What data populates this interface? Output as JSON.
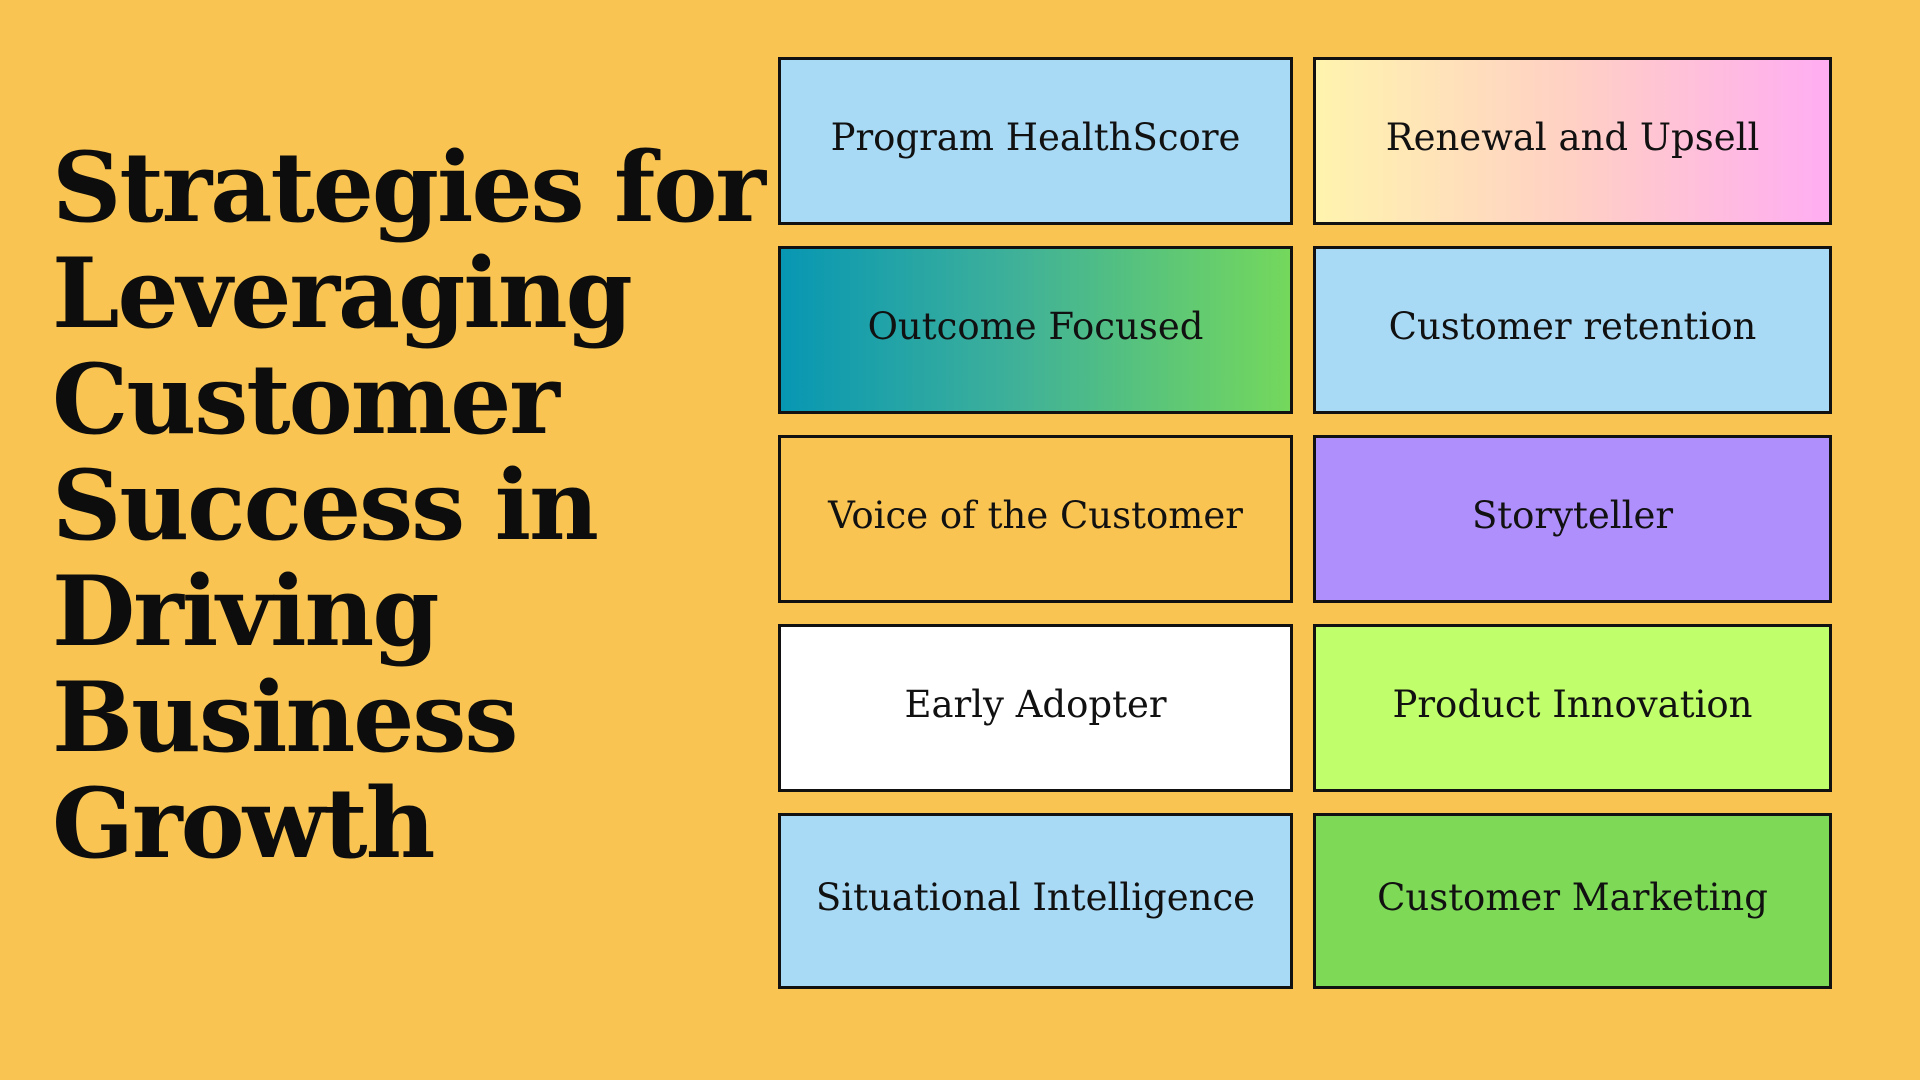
{
  "title_lines": [
    "Strategies for",
    "Leveraging",
    "Customer",
    "Success in",
    "Driving",
    "Business",
    "Growth"
  ],
  "boxes": [
    {
      "label": "Program HealthScore",
      "color": "#A8DAF5"
    },
    {
      "label": "Renewal and Upsell",
      "color": "gradient #FFF4AE → #FFADF2"
    },
    {
      "label": "Outcome Focused",
      "color": "gradient #0797B3 → #74D85C"
    },
    {
      "label": "Customer retention",
      "color": "#A8DAF5"
    },
    {
      "label": "Voice of the Customer",
      "color": "#F9C452"
    },
    {
      "label": "Storyteller",
      "color": "#AF8FFB"
    },
    {
      "label": "Early Adopter",
      "color": "#FFFFFF"
    },
    {
      "label": "Product Innovation",
      "color": "#C1FE6B"
    },
    {
      "label": "Situational Intelligence",
      "color": "#A8DAF5"
    },
    {
      "label": "Customer Marketing",
      "color": "#7ED957"
    }
  ],
  "colors": {
    "background": "#F9C452",
    "text": "#111111",
    "border": "#111111"
  }
}
